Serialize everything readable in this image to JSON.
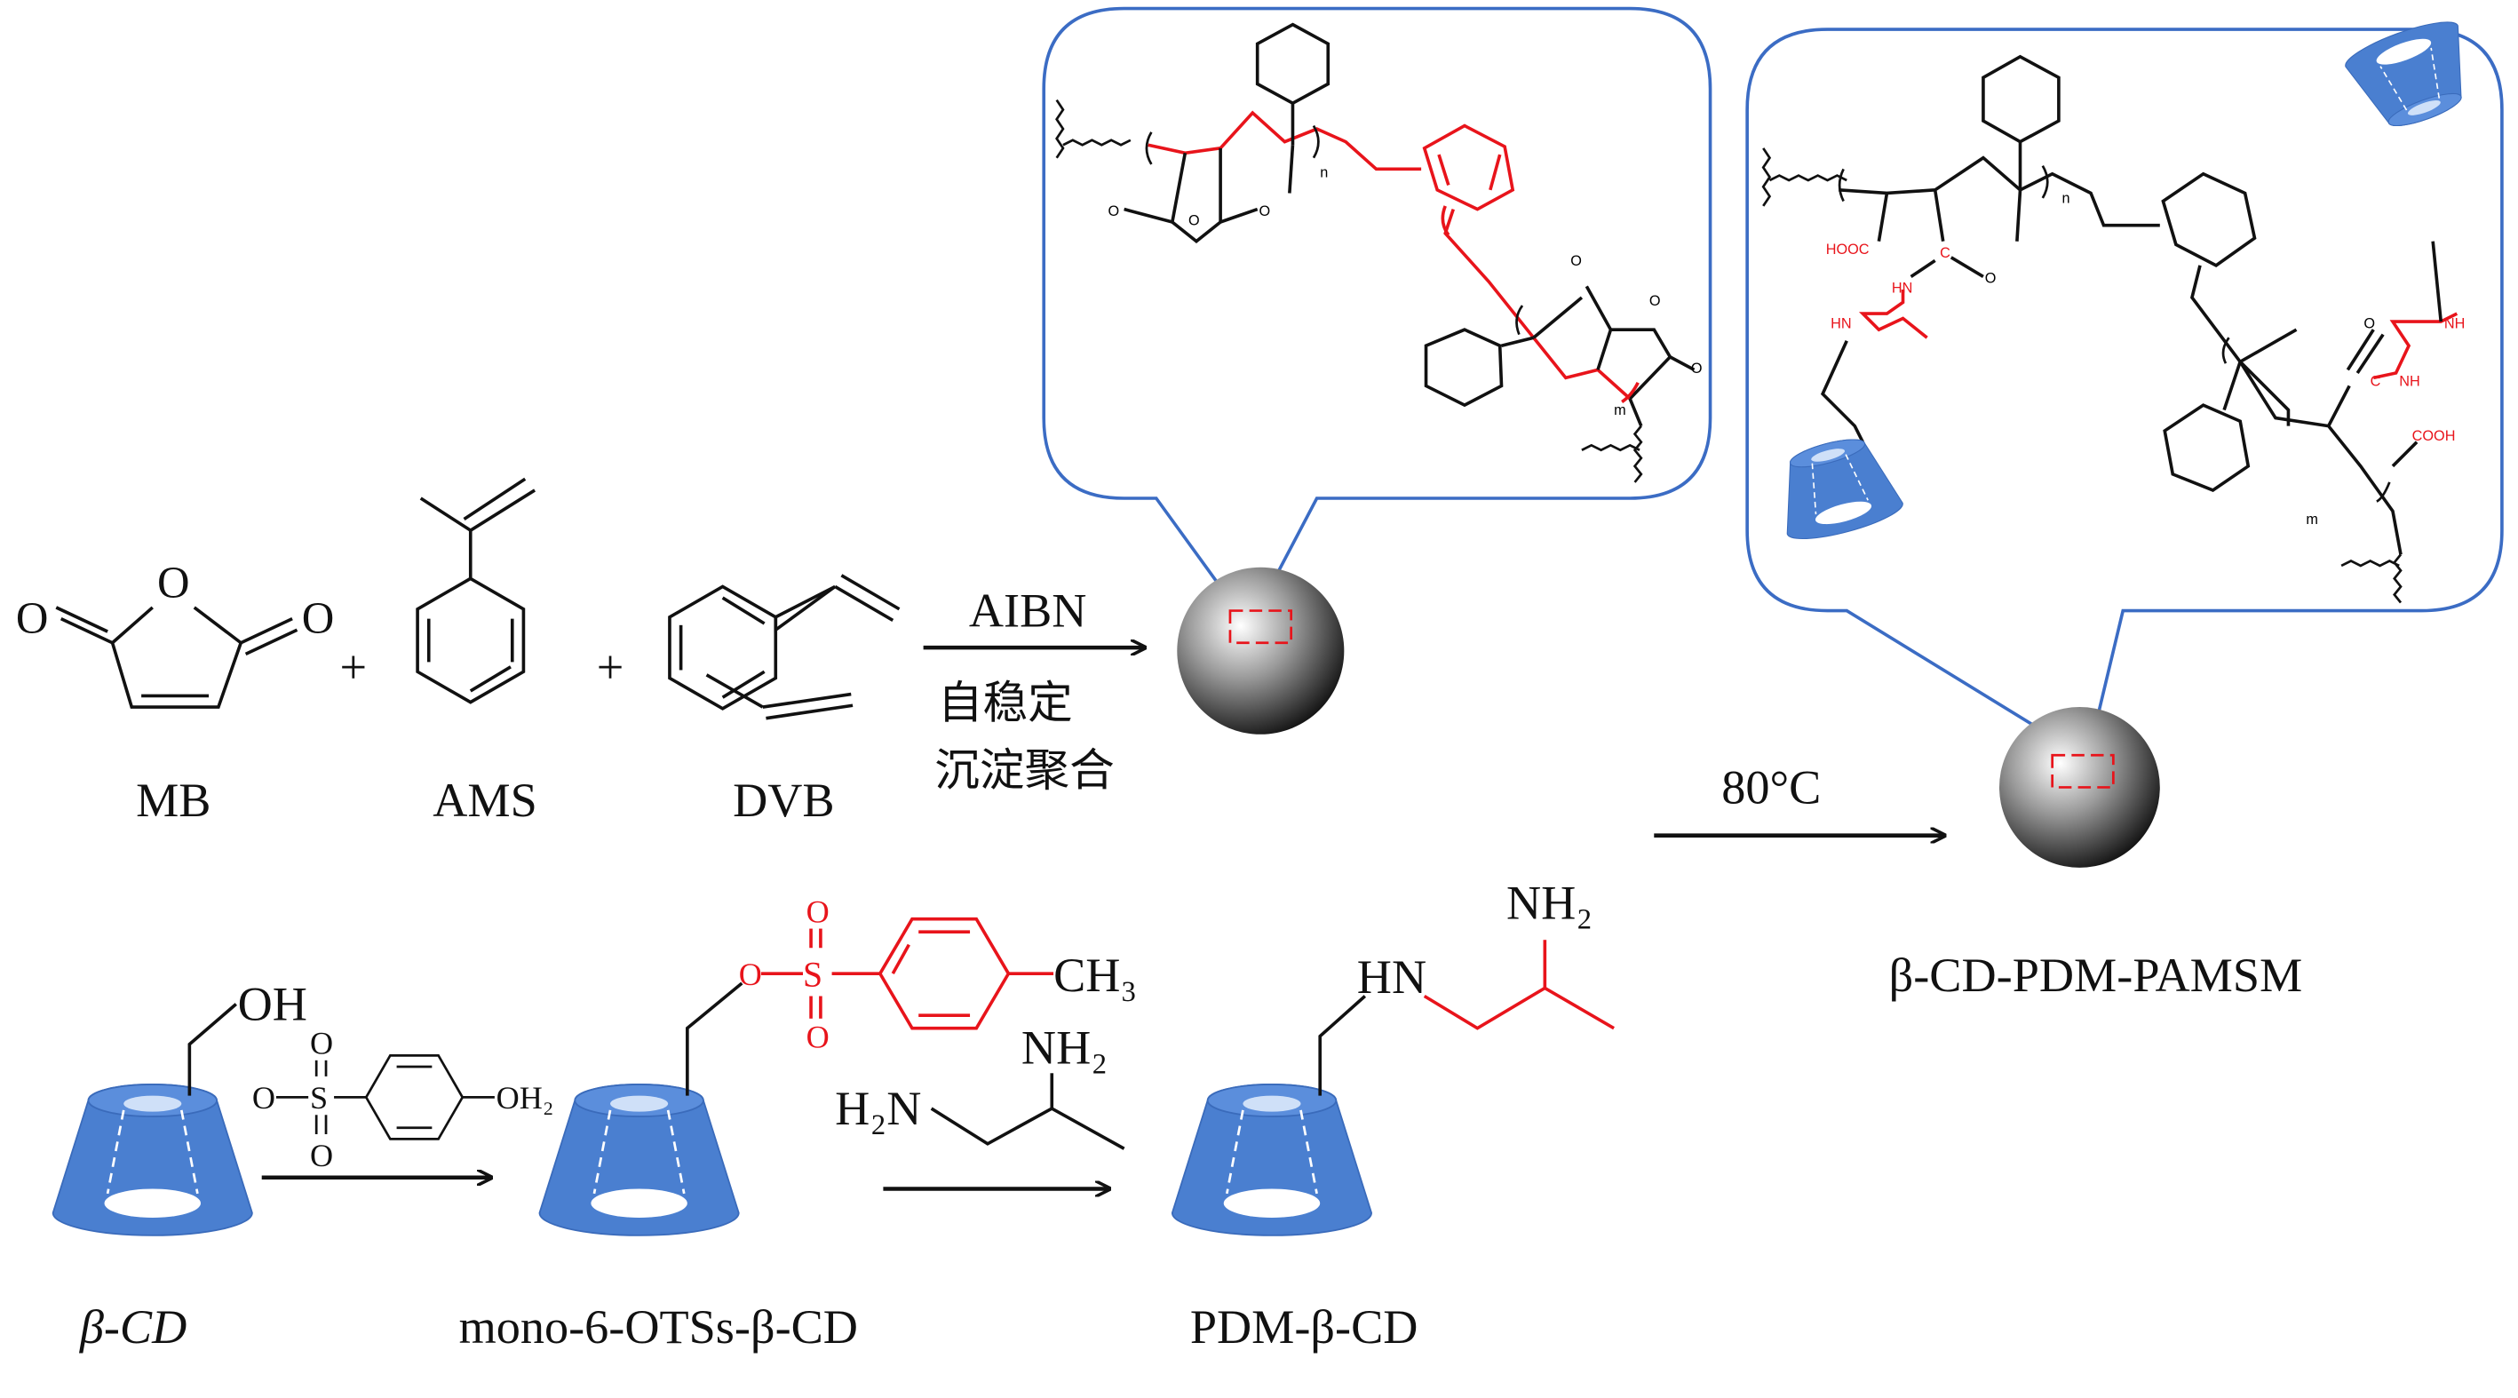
{
  "colors": {
    "red": "#e8141b",
    "cone_blue": "#4a7fd0",
    "callout_border": "#3b6cc4",
    "text": "#111111"
  },
  "reactants": {
    "mb": {
      "label": "MB",
      "o_ring": "O",
      "o_left": "O",
      "o_right": "O"
    },
    "ams": {
      "label": "AMS"
    },
    "dvb": {
      "label": "DVB"
    },
    "plus": "+"
  },
  "step1": {
    "reagent": "AIBN",
    "condition_line1": "自稳定",
    "condition_line2": "沉淀聚合"
  },
  "step_final": {
    "condition": "80°C"
  },
  "product": {
    "label": "β-CD-PDM-PAMSM"
  },
  "bottom_row": {
    "bcd": {
      "label": "β-CD",
      "oh": "OH"
    },
    "tosyl_reagent": {
      "o_top": "O",
      "o_bottom": "O",
      "o_left": "O",
      "s": "S",
      "oh2": "OH₂"
    },
    "mono": {
      "label": "mono-6-OTSs-β-CD",
      "o": "O",
      "s": "S",
      "o_top": "O",
      "o_bottom": "O",
      "ch3": "CH₃"
    },
    "diamine": {
      "h2n": "H₂N",
      "nh2": "NH₂"
    },
    "pdm": {
      "label": "PDM-β-CD",
      "hn": "HN",
      "nh2": "NH₂"
    }
  },
  "callout1": {
    "o1": "O",
    "o2": "O",
    "o3": "O",
    "o4": "O",
    "o5": "O",
    "o6": "O",
    "n": "n",
    "m": "m"
  },
  "callout2": {
    "hooc": "HOOC",
    "c1": "C",
    "o1": "O",
    "hn1": "HN",
    "hn2": "HN",
    "nh1": "NH",
    "o2": "O",
    "c2": "C",
    "nh2": "NH",
    "cooh": "COOH",
    "n": "n",
    "m": "m"
  }
}
